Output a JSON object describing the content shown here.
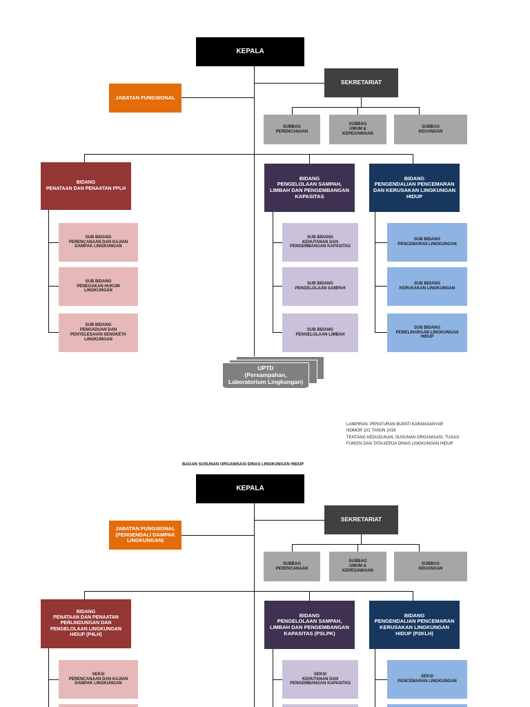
{
  "chart1": {
    "kepala": "KEPALA",
    "sekretariat": "SEKRETARIAT",
    "jabatan": [
      "JABATAN FUNGSIONAL"
    ],
    "subbag": [
      [
        "SUBBAG",
        "PERENCANAAN"
      ],
      [
        "SUBBAG",
        "UMUM &",
        "KEPEGAWAIAN"
      ],
      [
        "SUBBAG",
        "KEUANGAN"
      ]
    ],
    "bidang1": [
      "BIDANG",
      "PENATAAN DAN PENAATAN PPLH"
    ],
    "bidang2": [
      "BIDANG",
      "PENGELOLAAN SAMPAH,",
      "LIMBAH DAN PENGEMBANGAN",
      "KAPASITAS"
    ],
    "bidang3": [
      "BIDANG",
      "PENGENDALIAN PENCEMARAN",
      "DAN KERUSAKAN LINGKUNGAN",
      "HIDUP"
    ],
    "sub1": [
      [
        "SUB BIDANG",
        "PERENCANAAN DAN KAJIAN",
        "DAMPAK LINGKUNGAN"
      ],
      [
        "SUB BIDANG",
        "PENEGAKAN HUKUM",
        "LINGKUNGAN"
      ],
      [
        "SUB BIDANG",
        "PENGADUAN DAN",
        "PENYELESAIAN SENGKETA",
        "LINGKUNGAN"
      ]
    ],
    "sub2": [
      [
        "SUB BIDANG",
        "KEHUTANAN DAN",
        "PENGEMBANGAN KAPASITAS"
      ],
      [
        "SUB BIDANG",
        "PENGELOLAAN SAMPAH"
      ],
      [
        "SUB BIDANG",
        "PENGELOLAAN LIMBAH"
      ]
    ],
    "sub3": [
      [
        "SUB BIDANG",
        "PENCEMARAN LINGKUNGAN"
      ],
      [
        "SUB BIDANG",
        "KERUSAKAN LINGKUNGAN"
      ],
      [
        "SUB BIDANG",
        "PEMELIHARAAN LINGKUNGAN",
        "HIDUP"
      ]
    ],
    "uptd": [
      "UPTD",
      "(Persampahan,",
      "Laboratorium Lingkungan)"
    ]
  },
  "lampiran": [
    "LAMPIRAN. PERATURAN BUPATI KARANGANYAR",
    "NOMOR 101 TAHUN 2016",
    "TENTANG KEDUDUKAN, SUSUNAN ORGANISASI, TUGAS",
    "FUNGSI DAN TATA KERJA DINAS LINGKUNGAN HIDUP"
  ],
  "chart2_title": "BAGAN SUSUNAN ORGANISASI DINAS LINGKUNGAN HIDUP",
  "chart2": {
    "kepala": "KEPALA",
    "sekretariat": "SEKRETARIAT",
    "jabatan": [
      "JABATAN FUNGSIONAL",
      "(PENGENDALI DAMPAK",
      "LINGKUNGAN)"
    ],
    "subbag": [
      [
        "SUBBAG",
        "PERENCANAAN"
      ],
      [
        "SUBBAG",
        "UMUM &",
        "KEPEGAWAIAN"
      ],
      [
        "SUBBAG",
        "KEUANGAN"
      ]
    ],
    "bidang1": [
      "BIDANG",
      "PENATAAN DAN PENAATAN",
      "PERLINDUNGAN DAN",
      "PENGELOLAAN LINGKUNGAN",
      "HIDUP (P4LH)"
    ],
    "bidang2": [
      "BIDANG",
      "PENGELOLAAN SAMPAH,",
      "LIMBAH DAN PENGEMBANGAN",
      "KAPASITAS  (PSLPK)"
    ],
    "bidang3": [
      "BIDANG",
      "PENGENDALIAN PENCEMARAN",
      "KERUSAKAN LINGKUNGAN",
      "HIDUP (P2KLH)"
    ],
    "sub1": [
      [
        "SEKSI",
        "PERENCANAAN DAN KAJIAN",
        "DAMPAK LINGKUNGAN"
      ]
    ],
    "sub2": [
      [
        "SEKSI",
        "KEHUTANAN DAN",
        "PENGEMBANGAN KAPASITAS"
      ]
    ],
    "sub3": [
      [
        "SEKSI",
        "PENCEMARAN LINGKUNGAN"
      ]
    ]
  }
}
